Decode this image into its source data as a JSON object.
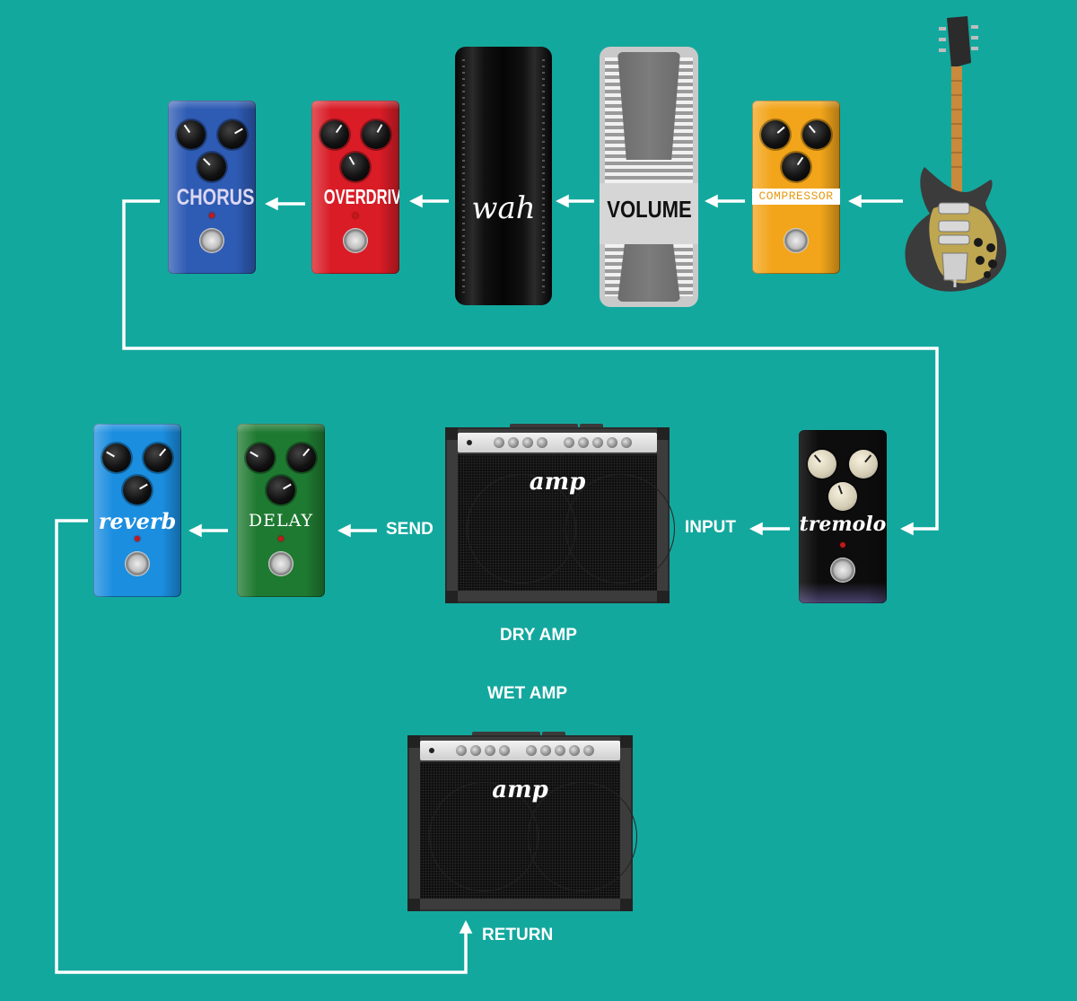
{
  "pedals": {
    "compressor": "COMPRESSOR",
    "volume": "VOLUME",
    "wah": "wah",
    "overdrive": "OVERDRIVE",
    "chorus": "CHORUS",
    "tremolo": "tremolo",
    "delay": "DELAY",
    "reverb": "reverb"
  },
  "amps": {
    "brand": "amp"
  },
  "labels": {
    "input": "INPUT",
    "send": "SEND",
    "dry_amp": "DRY AMP",
    "wet_amp": "WET AMP",
    "return": "RETURN"
  },
  "colors": {
    "background": "#13a89e",
    "wire": "#ffffff",
    "compressor": "#f2a51a",
    "overdrive": "#d91c26",
    "chorus": "#2e5bb4",
    "tremolo": "#0d0d0d",
    "delay": "#1f7a31",
    "reverb": "#1b8ee0"
  },
  "icons": [
    "electric-guitar-icon",
    "arrow-left-icon",
    "arrow-up-icon"
  ]
}
